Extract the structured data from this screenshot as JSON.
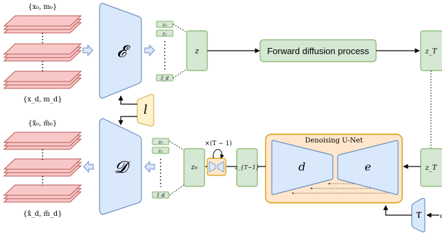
{
  "input_group": {
    "top_label": "{x₀, m₀}",
    "bottom_label": "{x_d, m_d}"
  },
  "output_group": {
    "top_label": "{x̃₀, m̃₀}",
    "bottom_label": "{x̃_d, m̃_d}"
  },
  "encoder": {
    "label": "𝓔"
  },
  "decoder": {
    "label": "𝓓"
  },
  "l_block": {
    "label": "l"
  },
  "latent_top": {
    "z0": "z₀",
    "z1": "z₁",
    "zd": "z̃_d"
  },
  "latent_bottom": {
    "z0": "z₀",
    "z1": "z₁",
    "zd": "z̃_d"
  },
  "z_box": {
    "label": "z"
  },
  "forward_diffusion": {
    "label": "Forward diffusion process"
  },
  "zT_top": {
    "label": "z_T"
  },
  "zT_bottom": {
    "label": "z_T"
  },
  "unet": {
    "title": "Denoising U-Net",
    "left_label": "d",
    "right_label": "e"
  },
  "zT_minus_1": {
    "label": "z_{T−1}"
  },
  "z0_box": {
    "label": "z₀"
  },
  "repeat": {
    "label": "×(T − 1)"
  },
  "tau": {
    "label": "τ"
  },
  "cond_cut": {
    "label": "c"
  },
  "colors": {
    "pink": "#f8c8c8",
    "pink_edge": "#b85450",
    "blue": "#dae8fc",
    "blue_edge": "#6c8ebf",
    "green": "#d5e8d4",
    "green_edge": "#82b366",
    "yellow": "#fff2cc",
    "yellow_edge": "#d6b656",
    "orange": "#ffe6cc",
    "orange_edge": "#d79b00"
  }
}
